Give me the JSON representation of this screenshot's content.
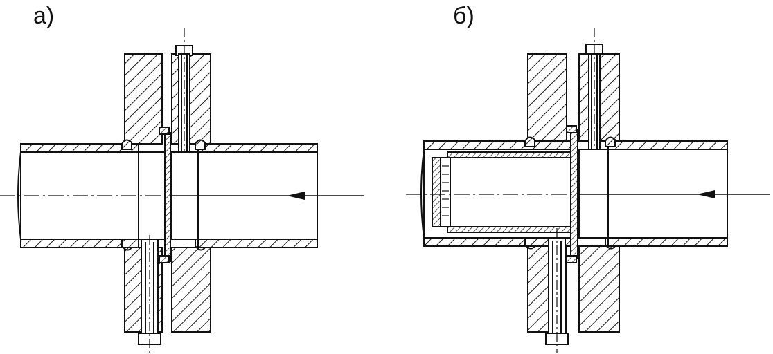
{
  "panels": [
    {
      "id": "a",
      "label": "а)"
    },
    {
      "id": "b",
      "label": "б)"
    }
  ],
  "colors": {
    "ink": "#111111",
    "paper": "#ffffff"
  }
}
